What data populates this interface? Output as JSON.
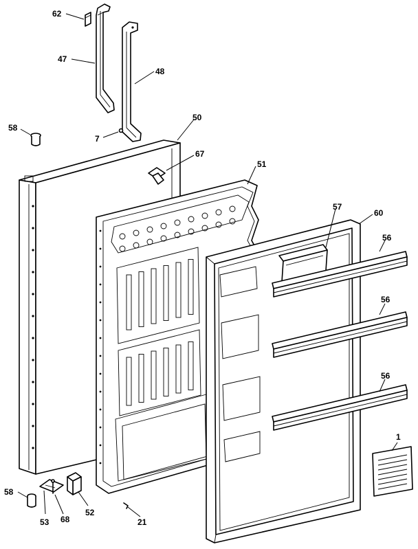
{
  "diagram": {
    "callouts": [
      {
        "id": "62",
        "text": "62"
      },
      {
        "id": "47",
        "text": "47"
      },
      {
        "id": "48",
        "text": "48"
      },
      {
        "id": "7",
        "text": "7"
      },
      {
        "id": "58a",
        "text": "58"
      },
      {
        "id": "50",
        "text": "50"
      },
      {
        "id": "67",
        "text": "67"
      },
      {
        "id": "51",
        "text": "51"
      },
      {
        "id": "57",
        "text": "57"
      },
      {
        "id": "60",
        "text": "60"
      },
      {
        "id": "56a",
        "text": "56"
      },
      {
        "id": "56b",
        "text": "56"
      },
      {
        "id": "56c",
        "text": "56"
      },
      {
        "id": "1",
        "text": "1"
      },
      {
        "id": "58b",
        "text": "58"
      },
      {
        "id": "53",
        "text": "53"
      },
      {
        "id": "68",
        "text": "68"
      },
      {
        "id": "52",
        "text": "52"
      },
      {
        "id": "21",
        "text": "21"
      }
    ]
  }
}
